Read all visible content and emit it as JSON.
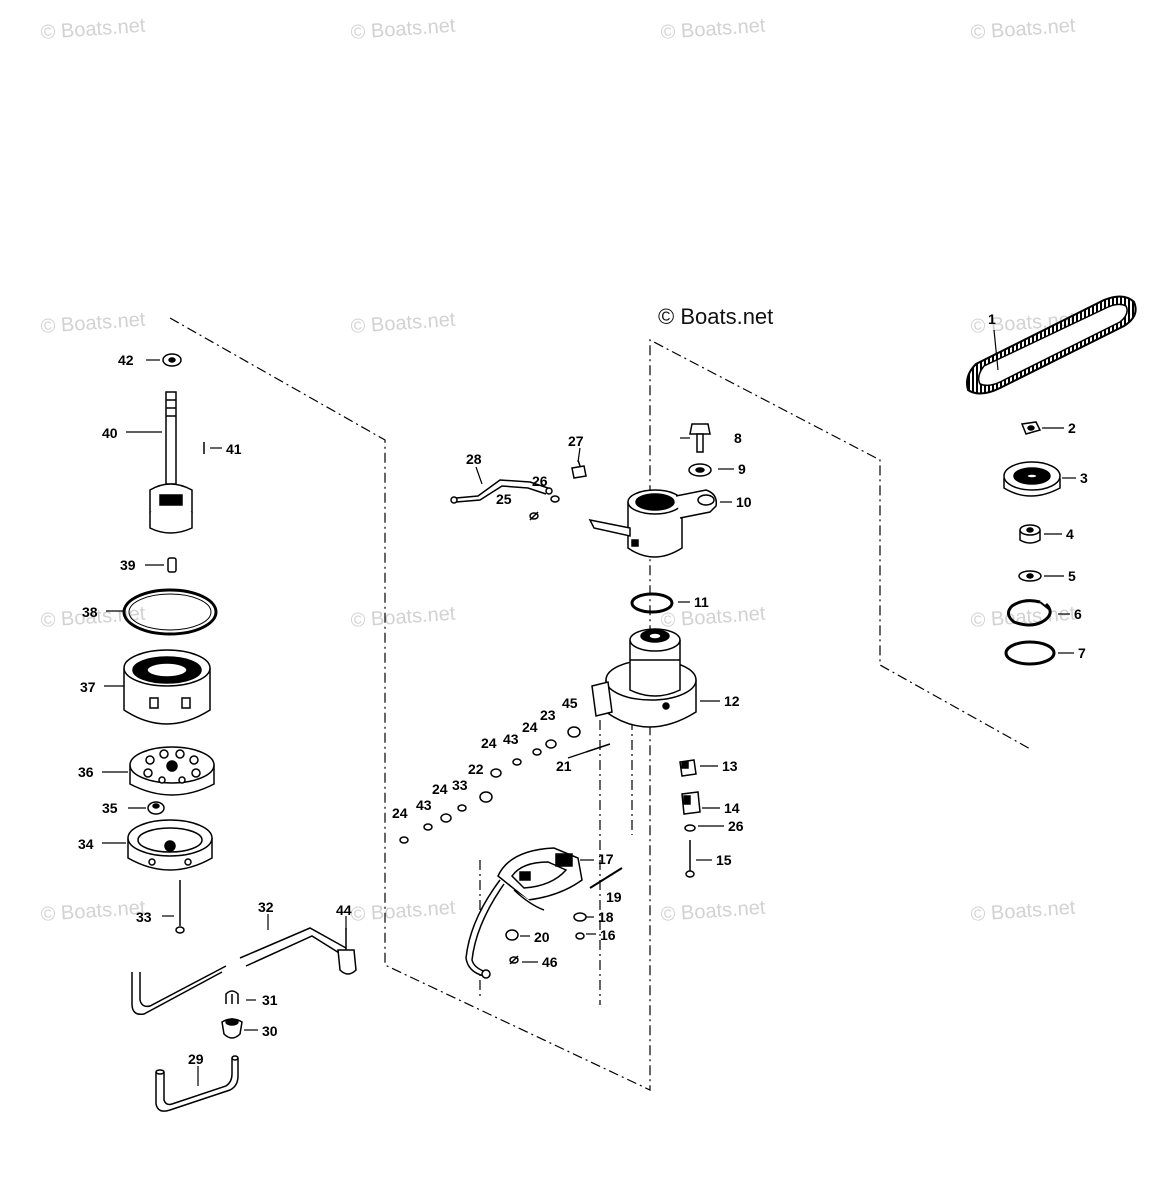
{
  "watermark": "© Boats.net",
  "callouts": [
    {
      "id": "1",
      "label": "1"
    },
    {
      "id": "2",
      "label": "2"
    },
    {
      "id": "3",
      "label": "3"
    },
    {
      "id": "4",
      "label": "4"
    },
    {
      "id": "5",
      "label": "5"
    },
    {
      "id": "6",
      "label": "6"
    },
    {
      "id": "7",
      "label": "7"
    },
    {
      "id": "8",
      "label": "8"
    },
    {
      "id": "9",
      "label": "9"
    },
    {
      "id": "10",
      "label": "10"
    },
    {
      "id": "11",
      "label": "11"
    },
    {
      "id": "12",
      "label": "12"
    },
    {
      "id": "13",
      "label": "13"
    },
    {
      "id": "14",
      "label": "14"
    },
    {
      "id": "15",
      "label": "15"
    },
    {
      "id": "16",
      "label": "16"
    },
    {
      "id": "17",
      "label": "17"
    },
    {
      "id": "18",
      "label": "18"
    },
    {
      "id": "19",
      "label": "19"
    },
    {
      "id": "20",
      "label": "20"
    },
    {
      "id": "21",
      "label": "21"
    },
    {
      "id": "22",
      "label": "22"
    },
    {
      "id": "23",
      "label": "23"
    },
    {
      "id": "24a",
      "label": "24"
    },
    {
      "id": "24b",
      "label": "24"
    },
    {
      "id": "24c",
      "label": "24"
    },
    {
      "id": "24d",
      "label": "24"
    },
    {
      "id": "25",
      "label": "25"
    },
    {
      "id": "26a",
      "label": "26"
    },
    {
      "id": "26b",
      "label": "26"
    },
    {
      "id": "27",
      "label": "27"
    },
    {
      "id": "28",
      "label": "28"
    },
    {
      "id": "29",
      "label": "29"
    },
    {
      "id": "30",
      "label": "30"
    },
    {
      "id": "31",
      "label": "31"
    },
    {
      "id": "32",
      "label": "32"
    },
    {
      "id": "33a",
      "label": "33"
    },
    {
      "id": "33b",
      "label": "33"
    },
    {
      "id": "34",
      "label": "34"
    },
    {
      "id": "35",
      "label": "35"
    },
    {
      "id": "36",
      "label": "36"
    },
    {
      "id": "37",
      "label": "37"
    },
    {
      "id": "38",
      "label": "38"
    },
    {
      "id": "39",
      "label": "39"
    },
    {
      "id": "40",
      "label": "40"
    },
    {
      "id": "41",
      "label": "41"
    },
    {
      "id": "42",
      "label": "42"
    },
    {
      "id": "43a",
      "label": "43"
    },
    {
      "id": "43b",
      "label": "43"
    },
    {
      "id": "44",
      "label": "44"
    },
    {
      "id": "45",
      "label": "45"
    },
    {
      "id": "46",
      "label": "46"
    }
  ]
}
